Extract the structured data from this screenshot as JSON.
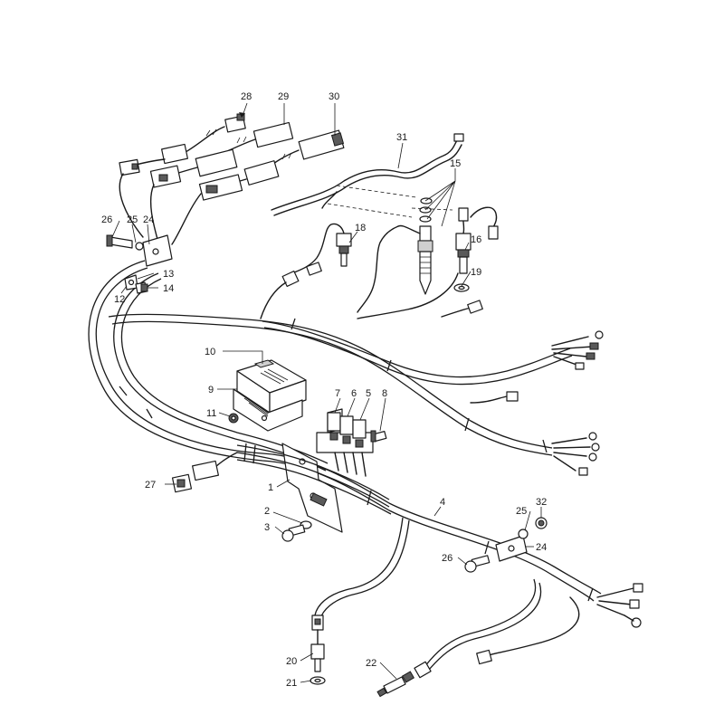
{
  "diagram": {
    "callouts": [
      {
        "id": "c1",
        "text": "1"
      },
      {
        "id": "c2",
        "text": "2"
      },
      {
        "id": "c3",
        "text": "3"
      },
      {
        "id": "c4",
        "text": "4"
      },
      {
        "id": "c5",
        "text": "5"
      },
      {
        "id": "c6",
        "text": "6"
      },
      {
        "id": "c7",
        "text": "7"
      },
      {
        "id": "c8",
        "text": "8"
      },
      {
        "id": "c9",
        "text": "9"
      },
      {
        "id": "c10",
        "text": "10"
      },
      {
        "id": "c11",
        "text": "11"
      },
      {
        "id": "c12",
        "text": "12"
      },
      {
        "id": "c13",
        "text": "13"
      },
      {
        "id": "c14",
        "text": "14"
      },
      {
        "id": "c15",
        "text": "15"
      },
      {
        "id": "c16",
        "text": "16"
      },
      {
        "id": "c18",
        "text": "18"
      },
      {
        "id": "c19",
        "text": "19"
      },
      {
        "id": "c20",
        "text": "20"
      },
      {
        "id": "c21",
        "text": "21"
      },
      {
        "id": "c22",
        "text": "22"
      },
      {
        "id": "c24a",
        "text": "24"
      },
      {
        "id": "c24b",
        "text": "24"
      },
      {
        "id": "c25a",
        "text": "25"
      },
      {
        "id": "c25b",
        "text": "25"
      },
      {
        "id": "c26a",
        "text": "26"
      },
      {
        "id": "c26b",
        "text": "26"
      },
      {
        "id": "c27",
        "text": "27"
      },
      {
        "id": "c28",
        "text": "28"
      },
      {
        "id": "c29",
        "text": "29"
      },
      {
        "id": "c30",
        "text": "30"
      },
      {
        "id": "c31",
        "text": "31"
      },
      {
        "id": "c32",
        "text": "32"
      }
    ]
  }
}
